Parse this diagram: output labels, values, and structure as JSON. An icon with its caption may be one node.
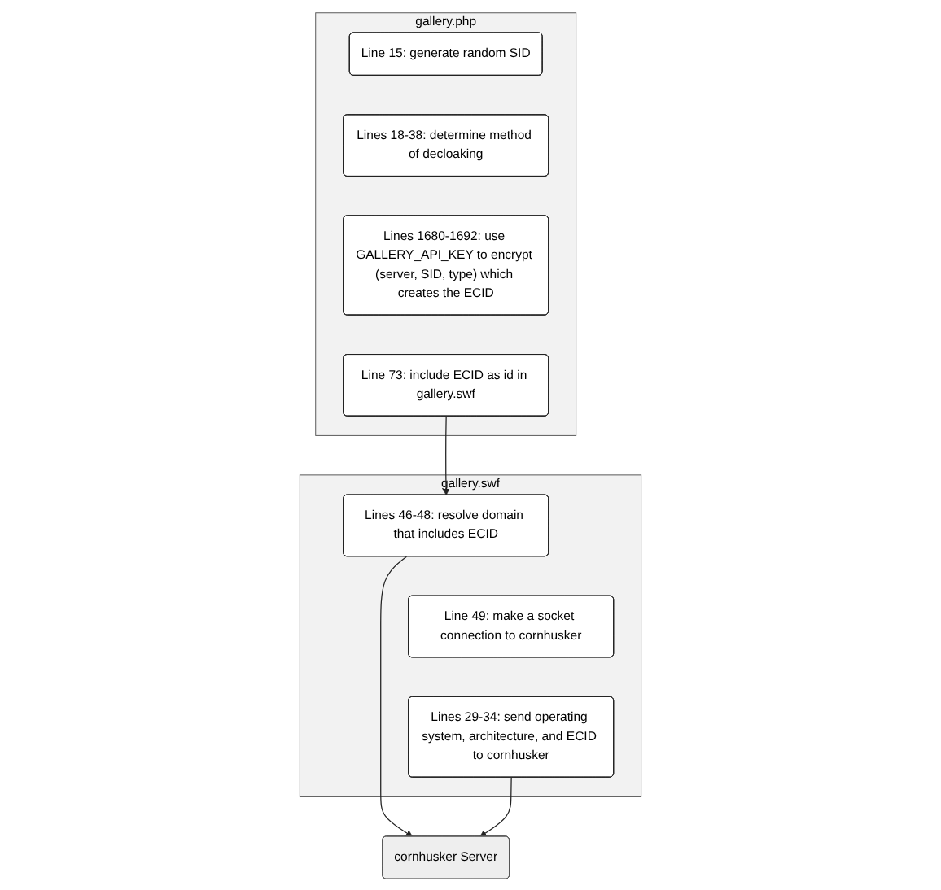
{
  "diagram": {
    "nodes": [
      {
        "text": [
          "gallery.php"
        ]
      },
      {
        "text": [
          "Line 15: generate random SID"
        ],
        "in": 0
      },
      {
        "text": [
          "Lines 18-38: determine method of decloaking"
        ],
        "in": 0
      },
      {
        "text": [
          "Lines 1680-1692: use GALLERY_API_KEY to encrypt (server, SID, type) which creates the ECID"
        ],
        "in": 0
      },
      {
        "text": [
          "Line 73: include ECID as id in gallery.swf"
        ],
        "in": 0
      },
      {
        "text": [
          "gallery.swf"
        ]
      },
      {
        "text": [
          "Lines 46-48: resolve domain that includes ECID"
        ],
        "in": 5
      },
      {
        "text": [
          "Line 49: make a socket connection to cornhusker"
        ],
        "in": 5
      },
      {
        "text": [
          "Lines 29-34: send operating system, architecture, and ECID to cornhusker"
        ],
        "in": 5
      },
      {
        "text": [
          "cornhusker Server"
        ]
      }
    ],
    "edges": [
      {
        "from": 4,
        "to": 6,
        "arrow": "to"
      },
      {
        "from": 6,
        "to": 9,
        "arrow": "to"
      },
      {
        "from": 8,
        "to": 9,
        "arrow": "to"
      }
    ]
  }
}
